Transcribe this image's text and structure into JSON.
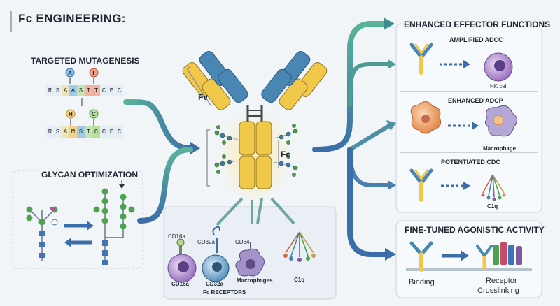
{
  "title": "Fc ENGINEERING:",
  "targeted_mutagenesis": {
    "heading": "TARGETED MUTAGENESIS",
    "top_markers": [
      "A",
      "T"
    ],
    "bottom_markers": [
      "H",
      "C"
    ],
    "seq1": [
      "R",
      "S",
      "A",
      "A",
      "S",
      "T",
      "T",
      "C",
      "E",
      "C"
    ],
    "seq2": [
      "R",
      "S",
      "A",
      "M",
      "S",
      "T",
      "C",
      "C",
      "E",
      "C"
    ]
  },
  "glycan_optimization": {
    "heading": "GLYCAN OPTIMIZATION"
  },
  "antibody": {
    "fv_label": "Fv",
    "fc_label": "Fc"
  },
  "fc_receptors": {
    "caption": "Fc RECEPTORS",
    "items": [
      {
        "top_label": "CD16a",
        "bottom_label": "CD16a"
      },
      {
        "top_label": "CD32a",
        "bottom_label": "CD32a"
      },
      {
        "top_label": "CD64",
        "bottom_label": "Macrophages"
      },
      {
        "top_label": "",
        "bottom_label": "C1q"
      }
    ]
  },
  "effector_functions": {
    "heading": "ENHANCED EFFECTOR FUNCTIONS",
    "panels": [
      {
        "title": "AMPLIFIED ADCC",
        "target_label": "NK cell"
      },
      {
        "title": "ENHANCED ADCP",
        "target_label": "Macrophage"
      },
      {
        "title": "POTENTIATED CDC",
        "target_label": "C1q"
      }
    ]
  },
  "agonistic": {
    "heading": "FINE-TUNED AGONISTIC ACTIVITY",
    "left_label": "Binding",
    "right_label_1": "Receptor",
    "right_label_2": "Crosslinking"
  },
  "colors": {
    "background": "#f1f5f8",
    "fv_blue": "#4a86b4",
    "fc_yellow": "#f2c84b",
    "arrow_teal": "#3f8f8a",
    "arrow_blue": "#3b6ea8",
    "nk_purple": "#8c5fb0",
    "panel_border": "#c8d3dc"
  }
}
